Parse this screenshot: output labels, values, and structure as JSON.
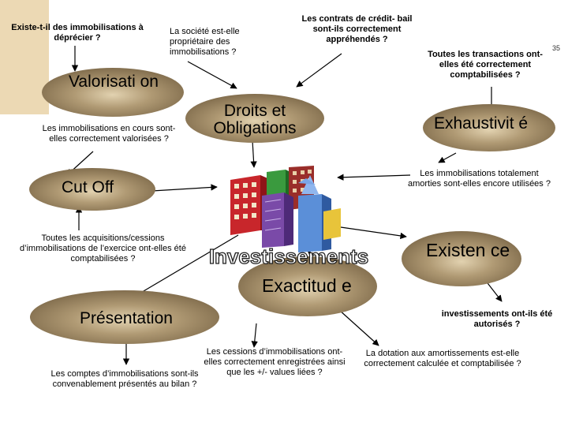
{
  "page_number": "35",
  "center": {
    "title": "Investissements"
  },
  "assertions": {
    "valorisation": "Valorisati on",
    "droits": "Droits et Obligations",
    "exhaustivite": "Exhaustivit é",
    "cutoff": "Cut Off",
    "existence": "Existen ce",
    "exactitude": "Exactitud e",
    "presentation": "Présentation"
  },
  "questions": {
    "q_depreciation": "Existe-t-il des immobilisations à déprécier ?",
    "q_proprietaire": "La société est-elle propriétaire des immobilisations ?",
    "q_credit_bail": "Les contrats de crédit- bail sont-ils correctement appréhendés ?",
    "q_transactions": "Toutes les transactions ont-elles été correctement comptabilisées ?",
    "q_en_cours": "Les immobilisations en cours sont-elles correctement valorisées ?",
    "q_amorties": "Les immobilisations totalement amorties sont-elles encore utilisées ?",
    "q_acquisitions": "Toutes les acquisitions/cessions d’immobilisations de l’exercice ont-elles été comptabilisées ?",
    "q_autorises": "investissements ont-ils été autorisés ?",
    "q_comptes": "Les comptes d’immobilisations sont-ils convenablement présentés au bilan ?",
    "q_cessions": "Les cessions d’immobilisations ont-elles correctement enregistrées ainsi que les +/- values liées ?",
    "q_dotation": "La dotation aux amortissements est-elle correctement calculée et comptabilisée ?"
  },
  "colors": {
    "ellipse_fill": "#8f7a58",
    "ellipse_highlight": "#d8c6a2",
    "tan_block": "#ecd9b4",
    "connector": "#000000"
  }
}
